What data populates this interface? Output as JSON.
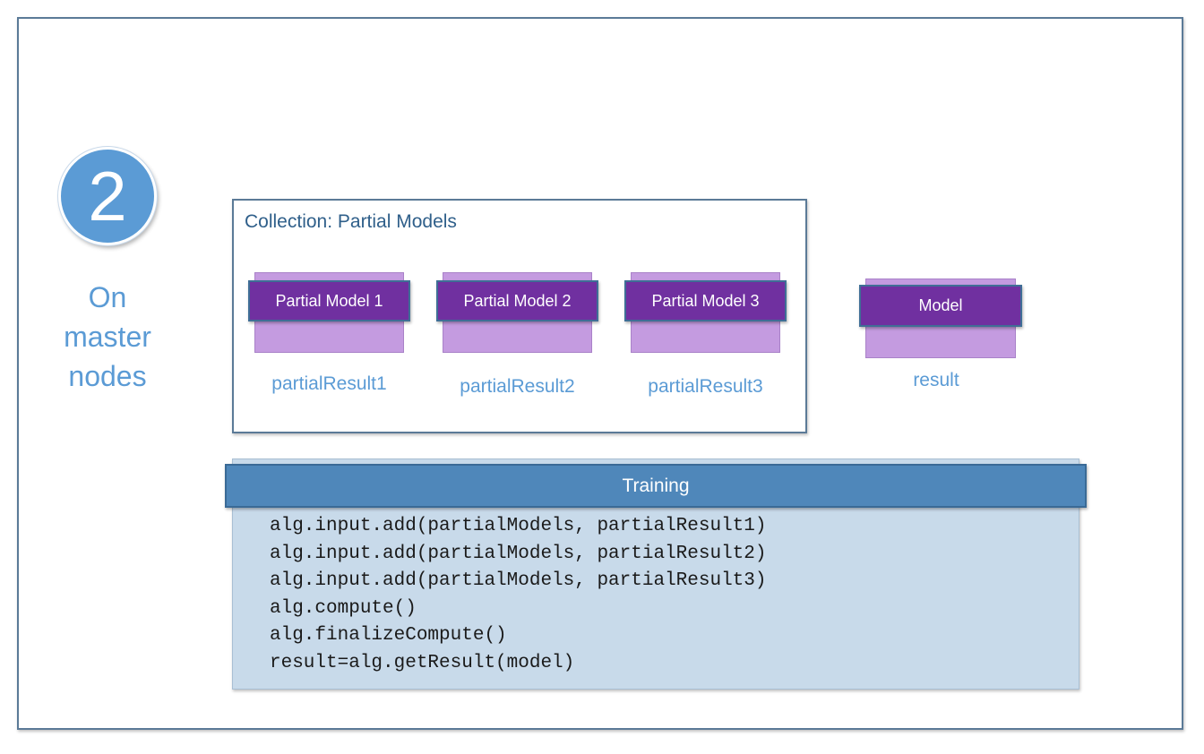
{
  "step": {
    "number": "2",
    "label_lines": [
      "On",
      "master",
      "nodes"
    ]
  },
  "collection": {
    "title": "Collection: Partial Models",
    "items": [
      {
        "head": "Partial Model 1",
        "caption": "partialResult1"
      },
      {
        "head": "Partial Model 2",
        "caption": "partialResult2"
      },
      {
        "head": "Partial Model 3",
        "caption": "partialResult3"
      }
    ]
  },
  "result_model": {
    "head": "Model",
    "caption": "result"
  },
  "training": {
    "header": "Training",
    "code_lines": [
      "alg.input.add(partialModels, partialResult1)",
      "alg.input.add(partialModels, partialResult2)",
      "alg.input.add(partialModels, partialResult3)",
      "alg.compute()",
      "alg.finalizeCompute()",
      "result=alg.getResult(model)"
    ]
  },
  "colors": {
    "model_head": "#7030a0",
    "model_body": "#c49be0",
    "accent_blue": "#5b9bd5",
    "training_header": "#4f87ba",
    "training_body": "#c8daea"
  }
}
